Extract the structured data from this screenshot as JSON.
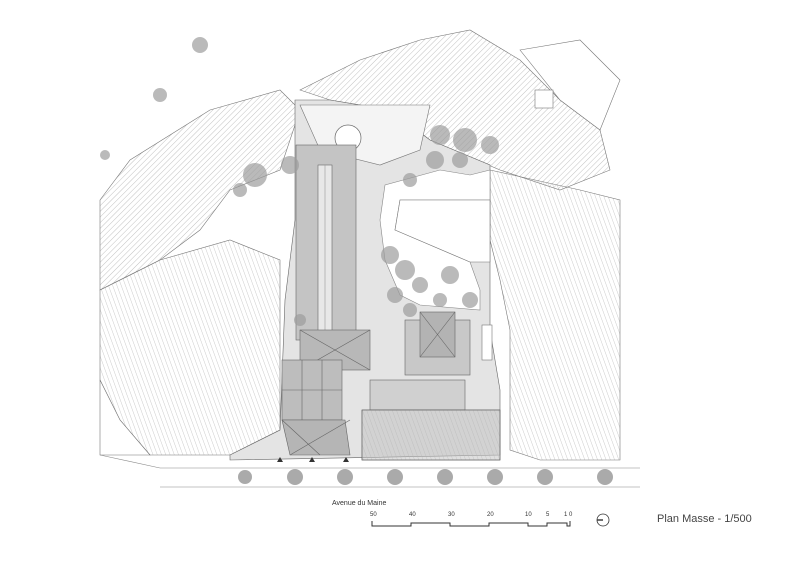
{
  "street_name": "Avenue du Maine",
  "title": "Plan Masse - 1/500",
  "scale_bar": {
    "unit_labels": [
      "50",
      "40",
      "30",
      "20",
      "10",
      "5",
      "1",
      "0"
    ]
  },
  "north_arrow": "north-arrow-icon",
  "colors": {
    "building_roof": "#bdbdbd",
    "paved": "#d9d9d9",
    "trees": "#9a9a9a",
    "lines": "#666666"
  }
}
